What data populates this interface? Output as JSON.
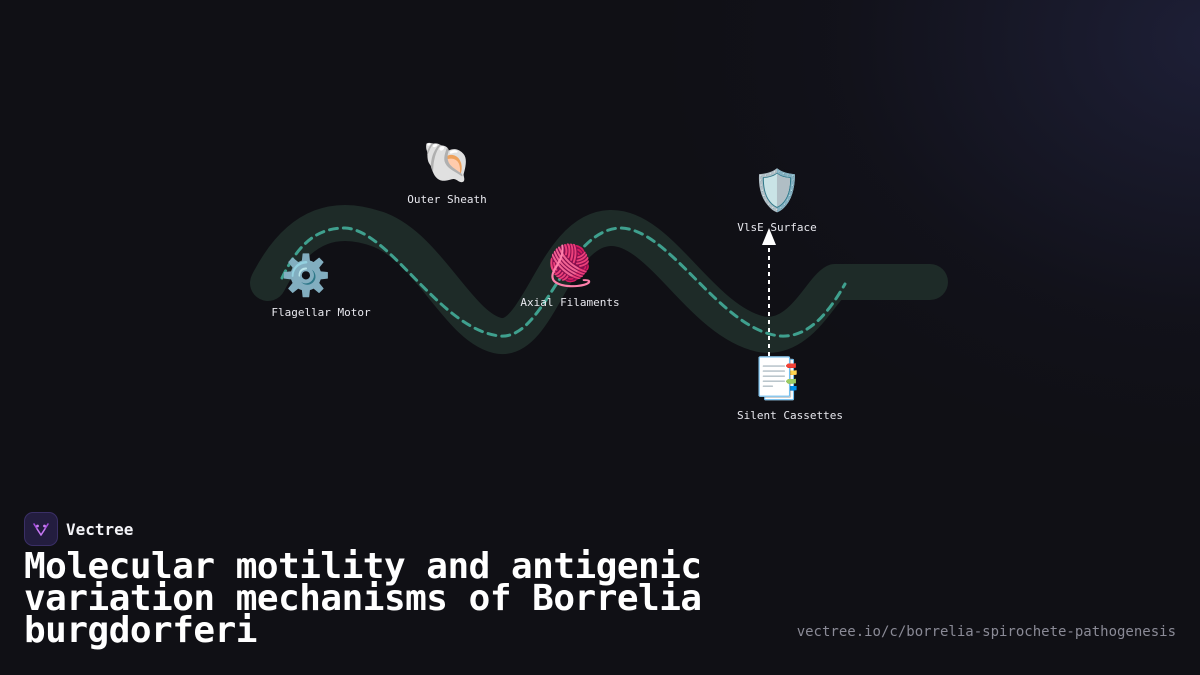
{
  "brand": {
    "name": "Vectree"
  },
  "title": "Molecular motility and antigenic variation mechanisms of Borrelia burgdorferi",
  "url": "vectree.io/c/borrelia-spirochete-pathogenesis",
  "colors": {
    "background": "#101015",
    "track": "#1e2b28",
    "dash": "#3fa08e",
    "arrow": "#ffffff",
    "logo_accent": "#a64ee0"
  },
  "nodes": [
    {
      "id": "flagellar-motor",
      "label": "Flagellar Motor",
      "icon": "gear-icon",
      "glyph": "⚙️"
    },
    {
      "id": "outer-sheath",
      "label": "Outer Sheath",
      "icon": "spiral-shell-icon",
      "glyph": "🐚"
    },
    {
      "id": "axial-filaments",
      "label": "Axial Filaments",
      "icon": "yarn-ball-icon",
      "glyph": "🧶"
    },
    {
      "id": "vlse-surface",
      "label": "VlsE Surface",
      "icon": "shield-icon",
      "glyph": "🛡️"
    },
    {
      "id": "silent-cassettes",
      "label": "Silent Cassettes",
      "icon": "bookmark-tabs-icon",
      "glyph": "📑"
    }
  ],
  "edges": [
    {
      "from": "silent-cassettes",
      "to": "vlse-surface",
      "style": "dashed-arrow"
    }
  ]
}
